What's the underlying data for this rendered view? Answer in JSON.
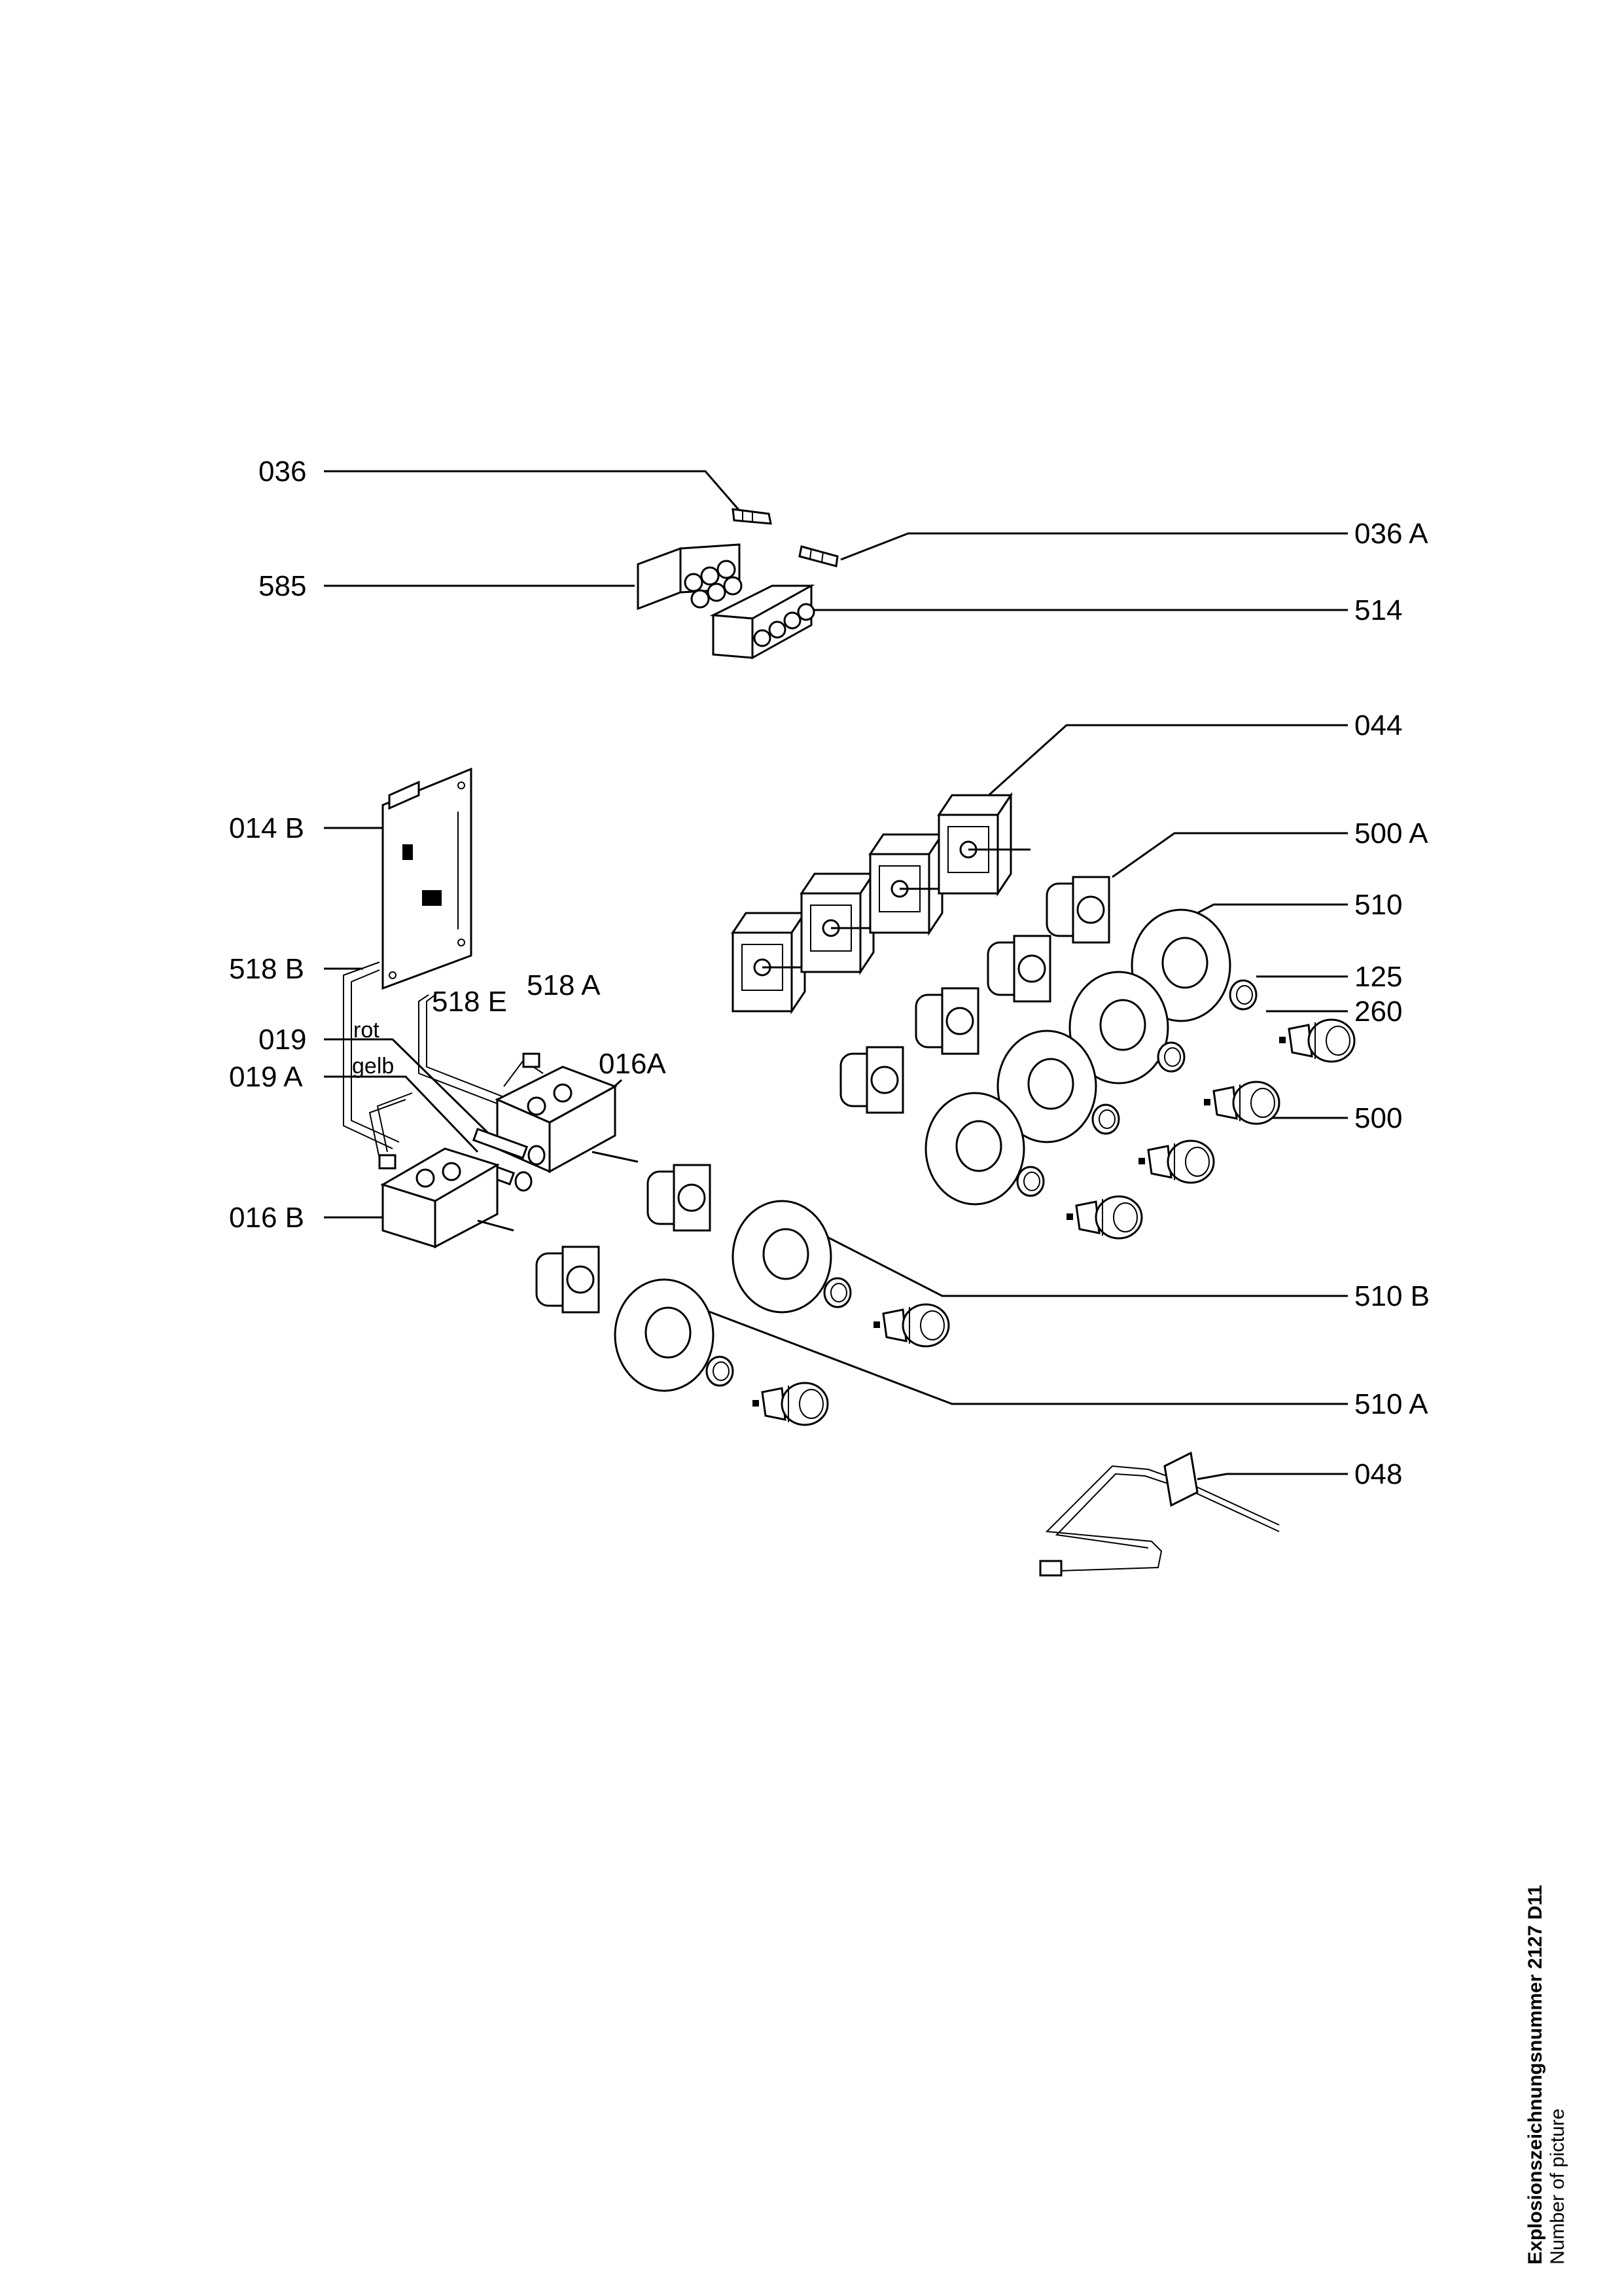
{
  "callouts": {
    "c036": "036",
    "c036a": "036 A",
    "c585": "585",
    "c514": "514",
    "c044": "044",
    "c014b": "014 B",
    "c500a": "500 A",
    "c510": "510",
    "c518b": "518 B",
    "c518e": "518 E",
    "c518a": "518 A",
    "c125": "125",
    "c260": "260",
    "c019": "019",
    "c019a": "019 A",
    "c016a": "016A",
    "c500": "500",
    "c016b": "016 B",
    "c510b": "510 B",
    "c510a": "510 A",
    "c048": "048"
  },
  "wire_labels": {
    "rot": "rot",
    "gelb": "gelb"
  },
  "picture_number": {
    "label_de": "Explosionszeichnungsnummer",
    "number": "2127 D11",
    "label_en": "Number of picture"
  }
}
